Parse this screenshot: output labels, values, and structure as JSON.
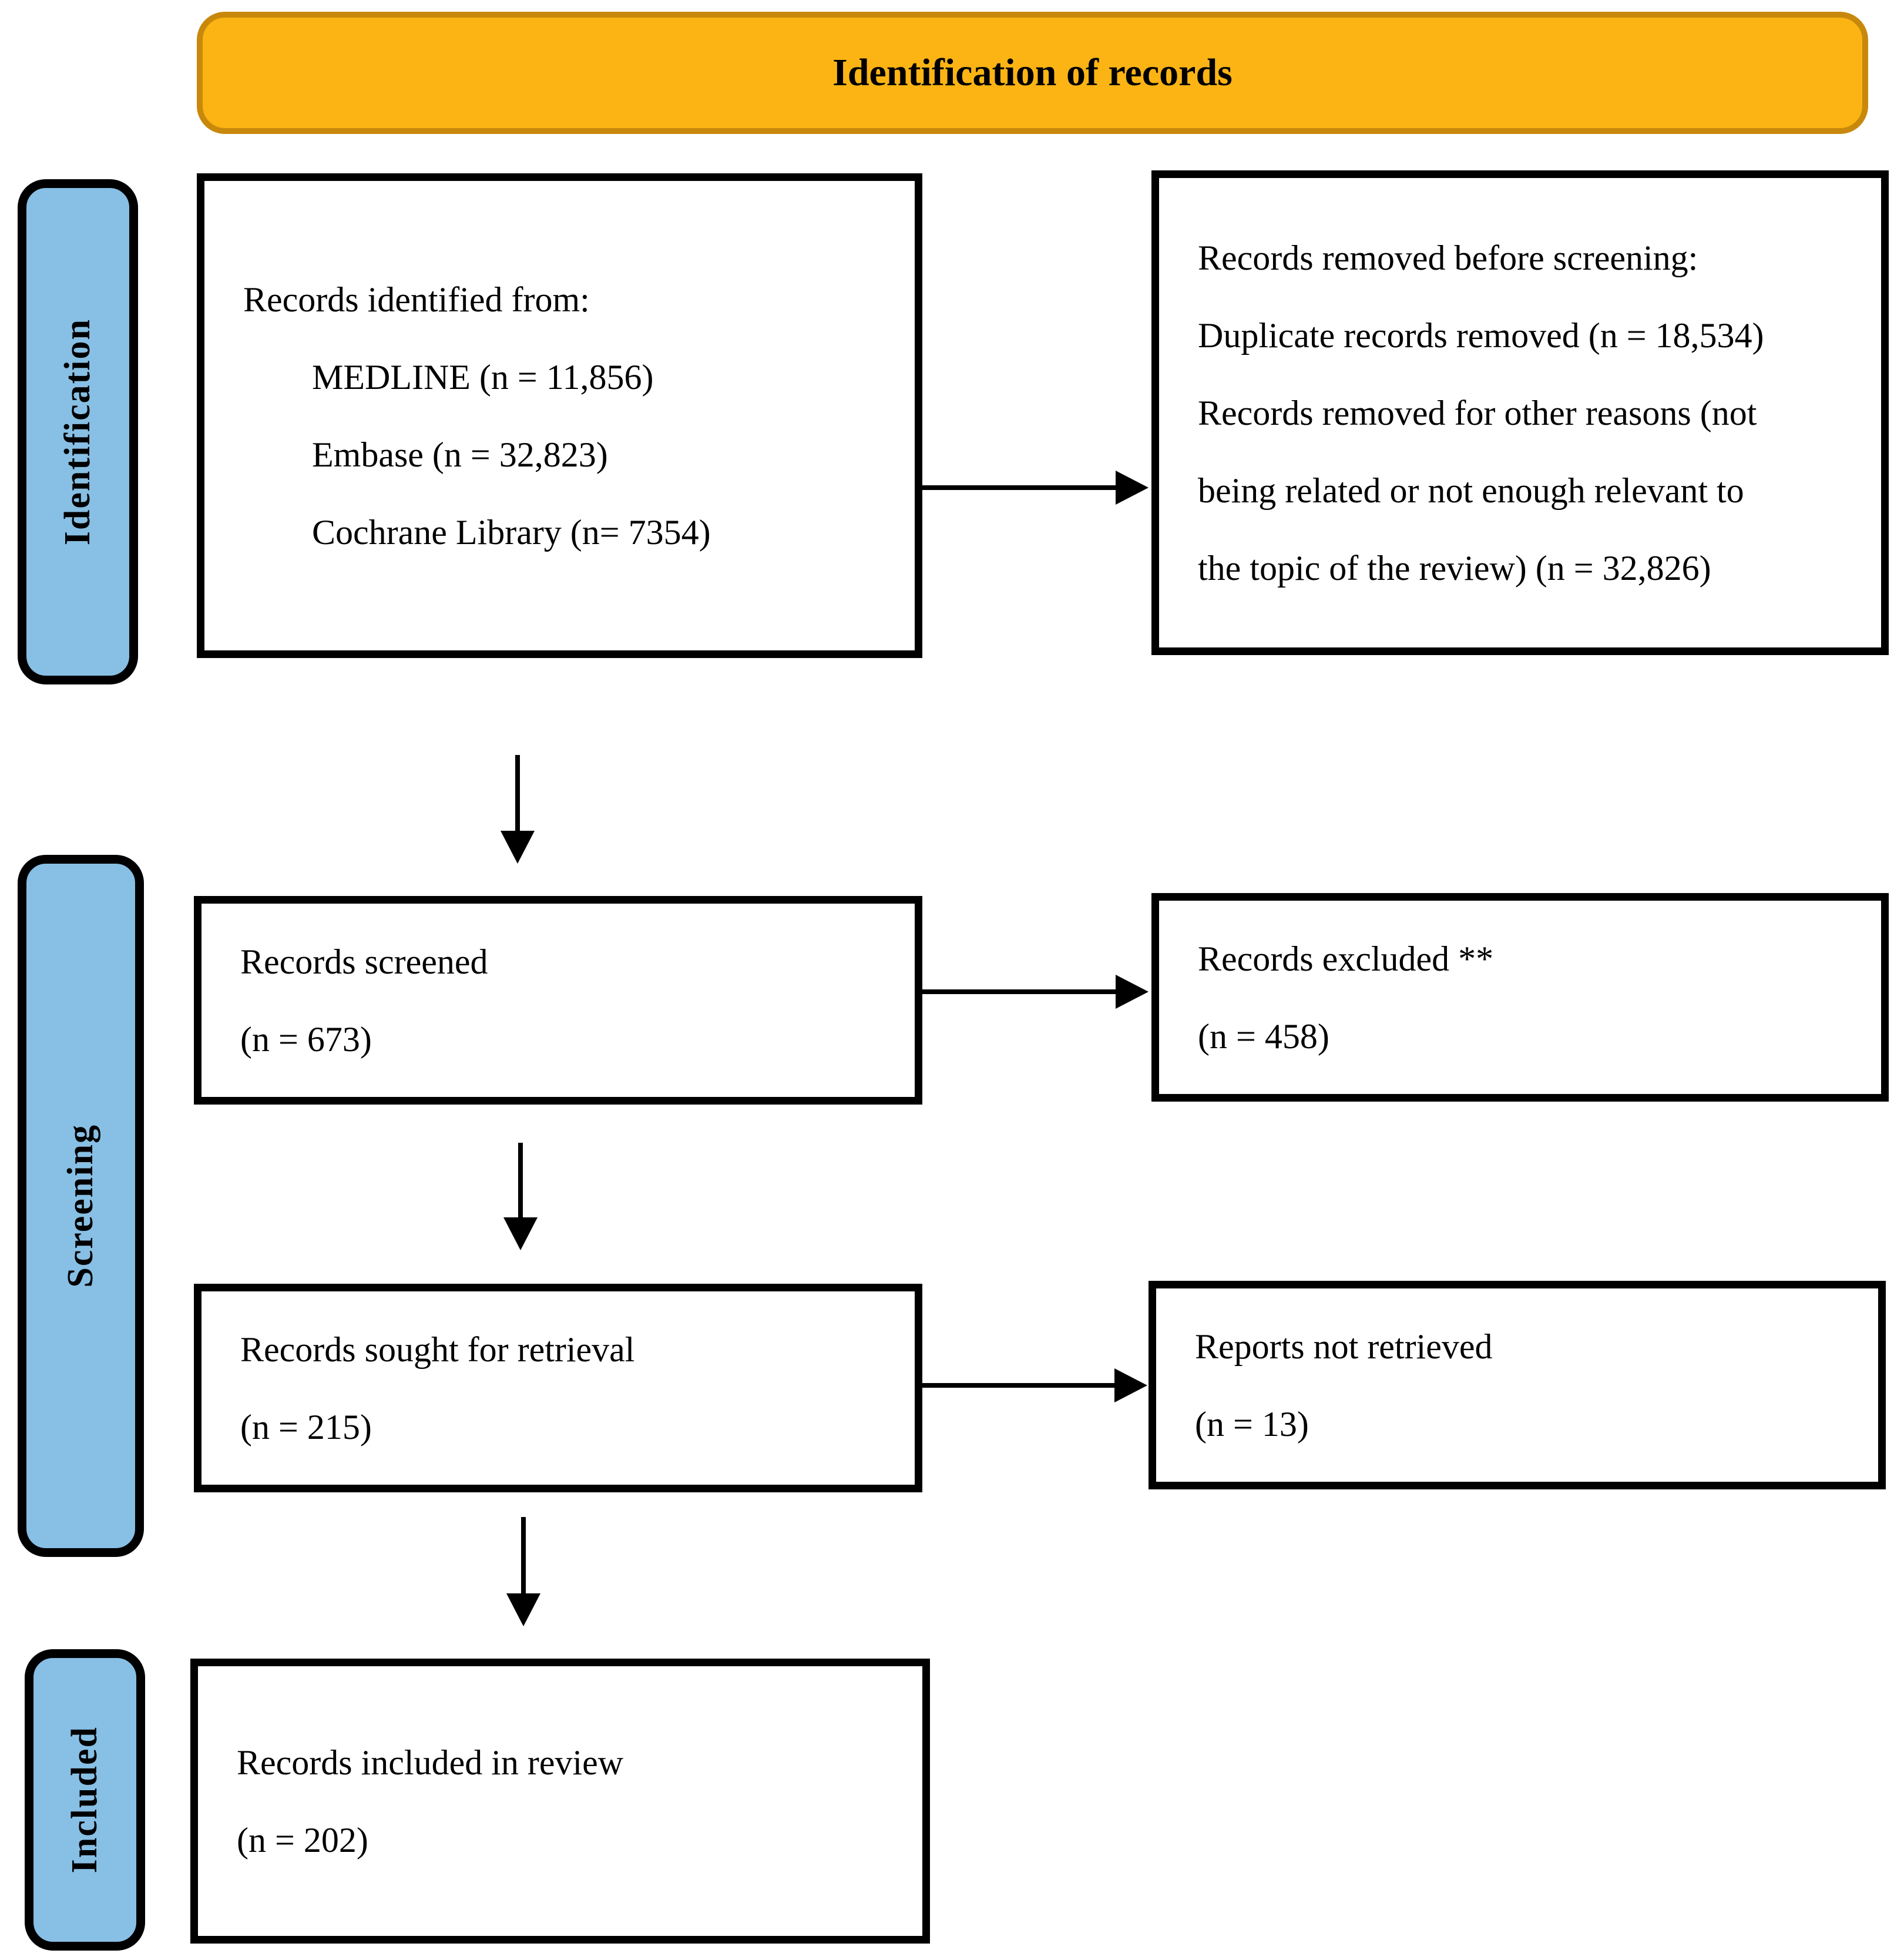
{
  "colors": {
    "banner_bg": "#FBB414",
    "banner_border": "#C8880B",
    "stage_bg": "#88BFE4"
  },
  "banner": {
    "title": "Identification of records"
  },
  "stages": {
    "identification": "Identification",
    "screening": "Screening",
    "included": "Included"
  },
  "boxes": {
    "identified": {
      "lines": [
        "Records identified from:",
        "MEDLINE (n = 11,856)",
        "Embase (n = 32,823)",
        "Cochrane Library (n= 7354)"
      ]
    },
    "removed": {
      "lines": [
        "Records removed before screening:",
        "Duplicate records removed (n = 18,534)",
        "Records removed for other reasons (not",
        "being related or not enough relevant to",
        "the topic of the review) (n = 32,826)"
      ]
    },
    "screened": {
      "lines": [
        "Records screened",
        "(n = 673)"
      ]
    },
    "excluded": {
      "lines": [
        "Records excluded **",
        "(n = 458)"
      ]
    },
    "sought": {
      "lines": [
        "Records sought for retrieval",
        "(n = 215)"
      ]
    },
    "not_retrieved": {
      "lines": [
        "Reports not retrieved",
        "(n = 13)"
      ]
    },
    "included_review": {
      "lines": [
        "Records included in review",
        "(n = 202)"
      ]
    }
  }
}
